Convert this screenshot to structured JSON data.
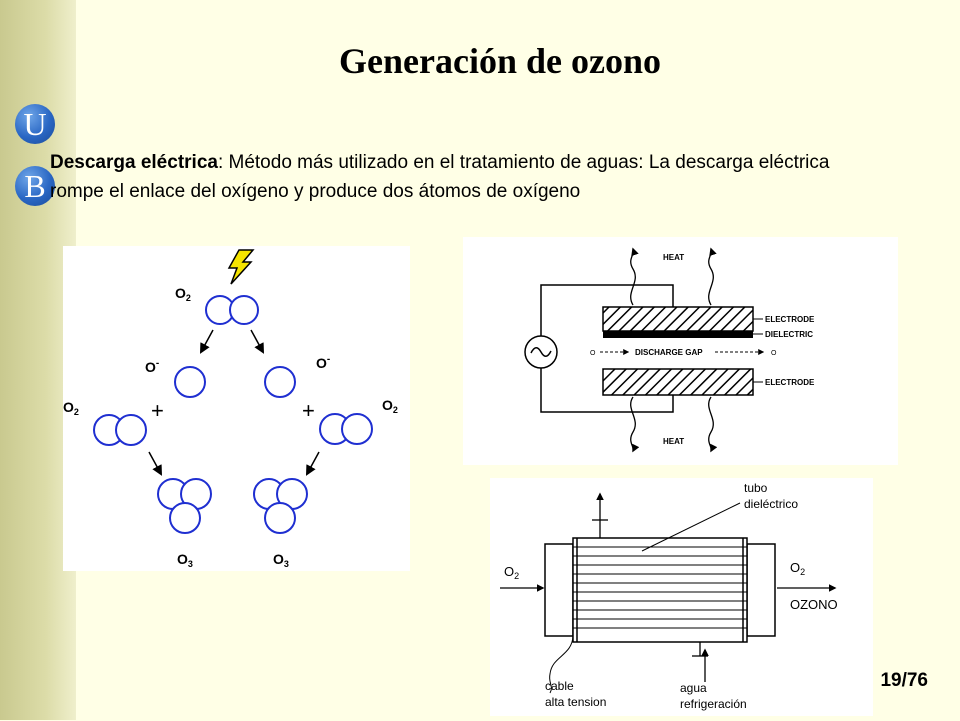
{
  "slide": {
    "title": "Generación de ozono",
    "logo": {
      "letter_top": "U",
      "letter_bottom": "B"
    },
    "body": {
      "term": "Descarga eléctrica",
      "text": ": Método más utilizado en el tratamiento de aguas: La descarga eléctrica rompe el enlace del oxígeno y produce dos átomos de oxígeno"
    },
    "page_number": "19/76"
  },
  "diagram_reaction": {
    "o2_top": "O",
    "o_left": "O",
    "o_right": "O",
    "o2_left": "O",
    "o2_right": "O",
    "o3_left": "O",
    "o3_right": "O",
    "sub2": "2",
    "sub3": "3",
    "minus": "-",
    "plus": "+"
  },
  "diagram_generator": {
    "heat_top": "HEAT",
    "heat_bottom": "HEAT",
    "electrode_top": "ELECTRODE",
    "dielectric": "DIELECTRIC",
    "electrode_bottom": "ELECTRODE",
    "discharge_gap": "DISCHARGE GAP",
    "o2_in": "O",
    "o3_out": "O"
  },
  "diagram_tube": {
    "tubo_line1": "tubo",
    "tubo_line2": "dieléctrico",
    "o2_in": "O",
    "o2_out": "O",
    "ozono": "OZONO",
    "cable_line1": "cable",
    "cable_line2": "alta tension",
    "agua_line1": "agua",
    "agua_line2": "refrigeración"
  }
}
